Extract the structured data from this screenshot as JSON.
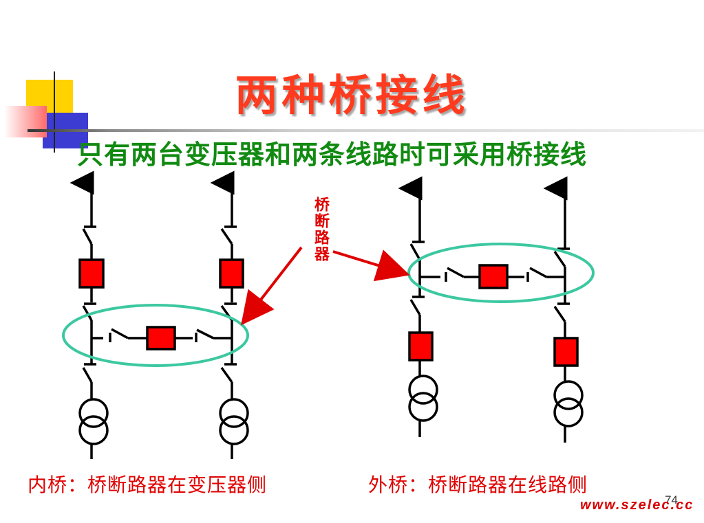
{
  "title": "两种桥接线",
  "subtitle": "只有两台变压器和两条线路时可采用桥接线",
  "bridge_breaker_label": "桥断路器",
  "caption_inner": "内桥：桥断路器在变压器侧",
  "caption_outer": "外桥：桥断路器在线路侧",
  "page_number": "74",
  "watermark": "www.szelec.cc",
  "colors": {
    "title": "#ff3b1f",
    "subtitle": "#118a11",
    "breaker": "#ff0000",
    "highlight_ellipse": "#3cc8a0",
    "arrow": "#e00000"
  }
}
